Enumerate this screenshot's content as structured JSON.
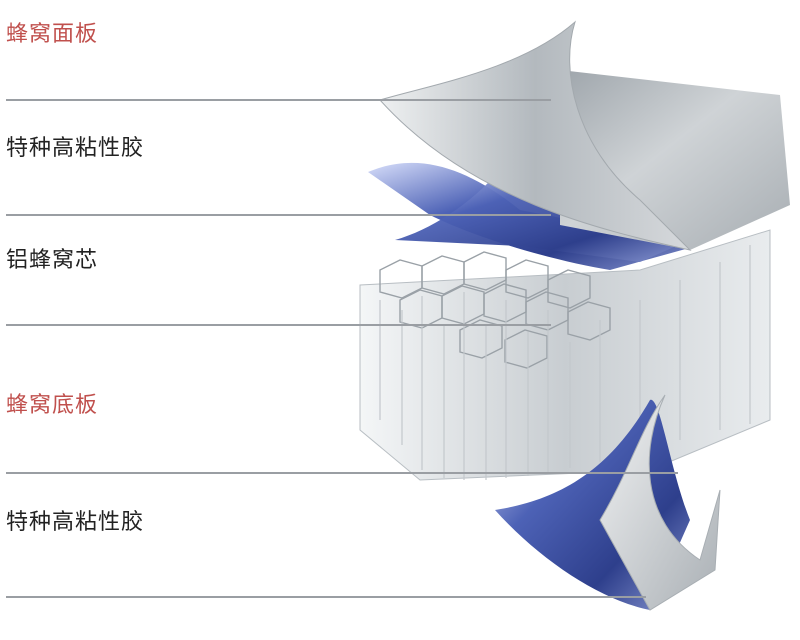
{
  "diagram": {
    "colors": {
      "red_label": "#c0504d",
      "dark_label": "#222222",
      "sheet_gray": "#b9bec3",
      "glue_blue": "#4458a8",
      "leader_line": "#9a9ea3"
    },
    "layers": [
      {
        "label": "蜂窝面板",
        "style": "red"
      },
      {
        "label": "特种高粘性胶",
        "style": "dark"
      },
      {
        "label": "铝蜂窝芯",
        "style": "dark"
      },
      {
        "label": "蜂窝底板",
        "style": "red"
      },
      {
        "label": "特种高粘性胶",
        "style": "dark"
      }
    ]
  }
}
